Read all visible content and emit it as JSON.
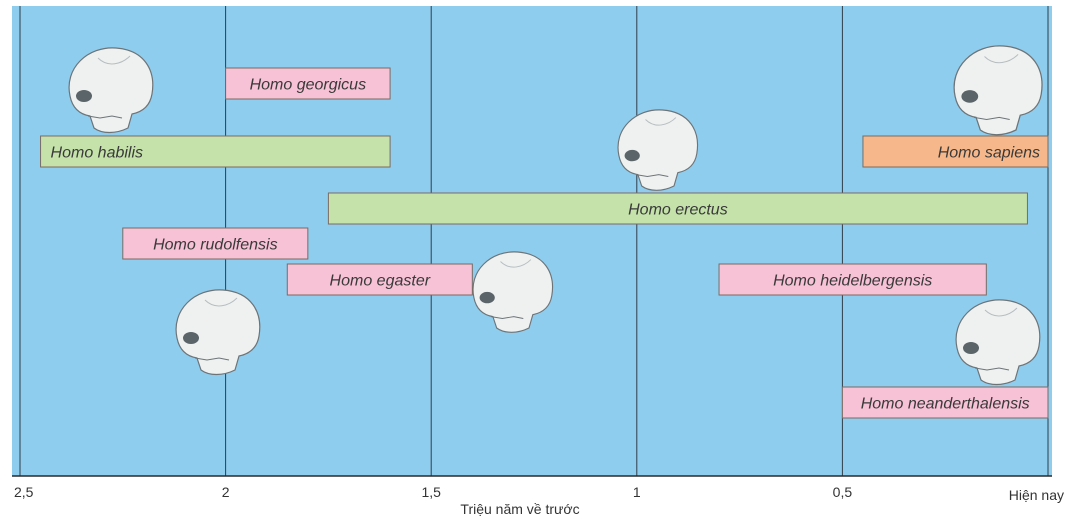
{
  "chart_data": {
    "type": "timeline",
    "title": "",
    "xlabel": "Triệu năm về trước",
    "x_end_label": "Hiện nay",
    "xlim": [
      2.5,
      0
    ],
    "x_ticks": [
      {
        "value": 2.5,
        "label": "2,5"
      },
      {
        "value": 2,
        "label": "2"
      },
      {
        "value": 1.5,
        "label": "1,5"
      },
      {
        "value": 1,
        "label": "1"
      },
      {
        "value": 0.5,
        "label": "0,5"
      }
    ],
    "grid": true,
    "background_color": "#8fcdee",
    "species": [
      {
        "name": "Homo georgicus",
        "start": 2.0,
        "end": 1.6,
        "color": "#f7c1d6",
        "row": 1
      },
      {
        "name": "Homo habilis",
        "start": 2.45,
        "end": 1.6,
        "color": "#c4e2aa",
        "row": 2
      },
      {
        "name": "Homo sapiens",
        "start": 0.45,
        "end": 0.0,
        "color": "#f6b88a",
        "row": 2
      },
      {
        "name": "Homo erectus",
        "start": 1.75,
        "end": 0.05,
        "color": "#c4e2aa",
        "row": 3
      },
      {
        "name": "Homo rudolfensis",
        "start": 2.25,
        "end": 1.8,
        "color": "#f7c1d6",
        "row": 4
      },
      {
        "name": "Homo egaster",
        "start": 1.85,
        "end": 1.4,
        "color": "#f7c1d6",
        "row": 5
      },
      {
        "name": "Homo heidelbergensis",
        "start": 0.8,
        "end": 0.15,
        "color": "#f7c1d6",
        "row": 5
      },
      {
        "name": "Homo neanderthalensis",
        "start": 0.5,
        "end": 0.0,
        "color": "#f7c1d6",
        "row": 6
      }
    ],
    "skull_icons": [
      "skull-habilis-icon",
      "skull-erectus-icon",
      "skull-sapiens-icon",
      "skull-rudolfensis-icon",
      "skull-egaster-icon",
      "skull-neanderthal-icon"
    ]
  }
}
